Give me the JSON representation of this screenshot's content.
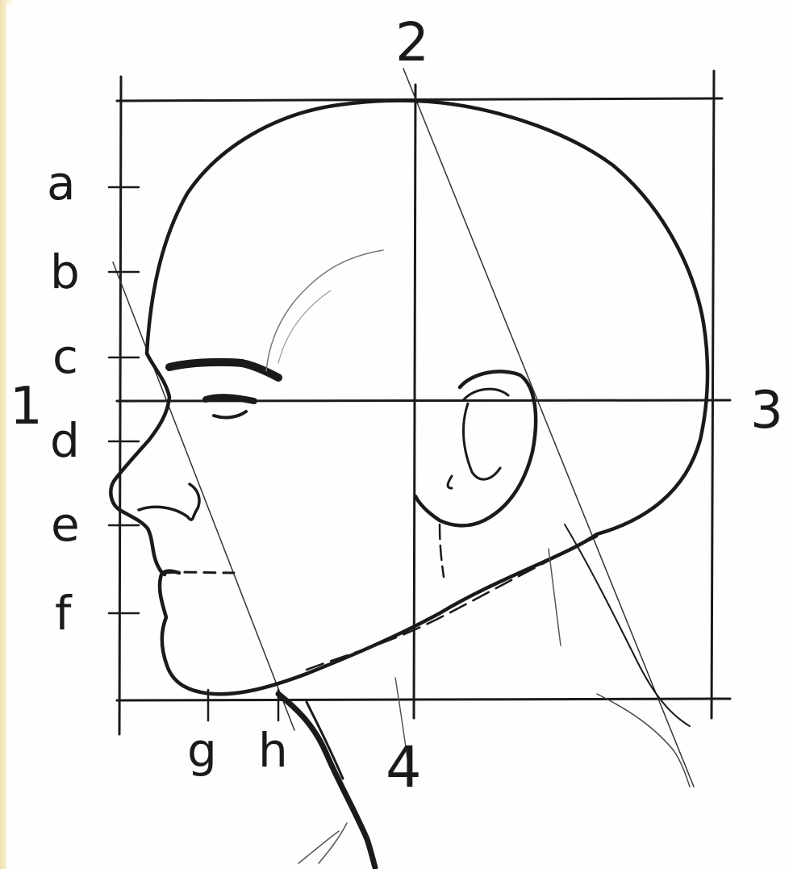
{
  "diagram": {
    "colors": {
      "paper": "#fefefc",
      "border": "#f3e6bf",
      "ink": "#1a1a1a"
    },
    "side_labels": [
      "a",
      "b",
      "c",
      "d",
      "e",
      "f"
    ],
    "bottom_labels": [
      "g",
      "h"
    ],
    "line_labels": {
      "horizontal_left": "1",
      "vertical_top": "2",
      "horizontal_right": "3",
      "vertical_bottom": "4"
    }
  }
}
